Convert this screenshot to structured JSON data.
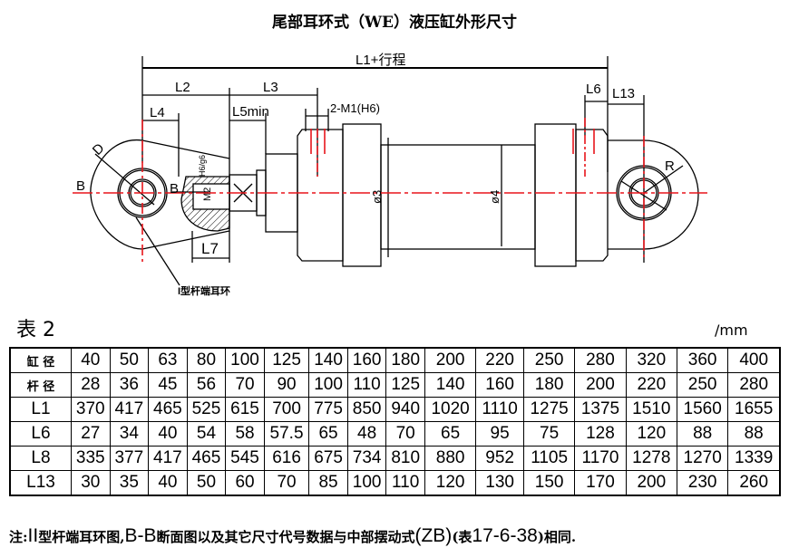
{
  "title": "尾部耳环式（WE）液压缸外形尺寸",
  "drawing": {
    "labels": {
      "l1": "L1+行程",
      "l2": "L2",
      "l3": "L3",
      "l4": "L4",
      "l5": "L5min",
      "m1": "2-M1(H6)",
      "l6": "L6",
      "l13": "L13",
      "l7": "L7",
      "d3": "ø3",
      "d4": "ø4",
      "b_left": "B",
      "b_right": "B",
      "r": "R",
      "d": "D",
      "m2": "M2",
      "fit": "H6/g6",
      "rod_eye": "I型杆端耳环"
    },
    "colors": {
      "centerline": "#e8151b",
      "line": "#000000"
    }
  },
  "table": {
    "caption": "表 2",
    "unit": "/mm",
    "rows": [
      {
        "label": "缸 径",
        "values": [
          "40",
          "50",
          "63",
          "80",
          "100",
          "125",
          "140",
          "160",
          "180",
          "200",
          "220",
          "250",
          "280",
          "320",
          "360",
          "400"
        ]
      },
      {
        "label": "杆 径",
        "values": [
          "28",
          "36",
          "45",
          "56",
          "70",
          "90",
          "100",
          "110",
          "125",
          "140",
          "160",
          "180",
          "200",
          "220",
          "250",
          "280"
        ]
      },
      {
        "label": "L1",
        "values": [
          "370",
          "417",
          "465",
          "525",
          "615",
          "700",
          "775",
          "850",
          "940",
          "1020",
          "1110",
          "1275",
          "1375",
          "1510",
          "1560",
          "1655"
        ]
      },
      {
        "label": "L6",
        "values": [
          "27",
          "34",
          "40",
          "54",
          "58",
          "57.5",
          "65",
          "48",
          "70",
          "65",
          "95",
          "75",
          "128",
          "120",
          "88",
          "88"
        ]
      },
      {
        "label": "L8",
        "values": [
          "335",
          "377",
          "417",
          "465",
          "545",
          "616",
          "675",
          "734",
          "810",
          "880",
          "952",
          "1105",
          "1170",
          "1278",
          "1270",
          "1339"
        ]
      },
      {
        "label": "L13",
        "values": [
          "30",
          "35",
          "40",
          "50",
          "60",
          "70",
          "85",
          "100",
          "110",
          "120",
          "130",
          "150",
          "170",
          "200",
          "230",
          "260"
        ]
      }
    ]
  },
  "note": {
    "prefix": "注:",
    "roman": "II",
    "part1": "型杆端耳环图,",
    "section": "B-B",
    "part2": "断面图以及其它尺寸代号数据与中部摆动式",
    "code": "(ZB)",
    "ref_open": "(表",
    "ref": "17-6-38",
    "part3": ")相同."
  }
}
